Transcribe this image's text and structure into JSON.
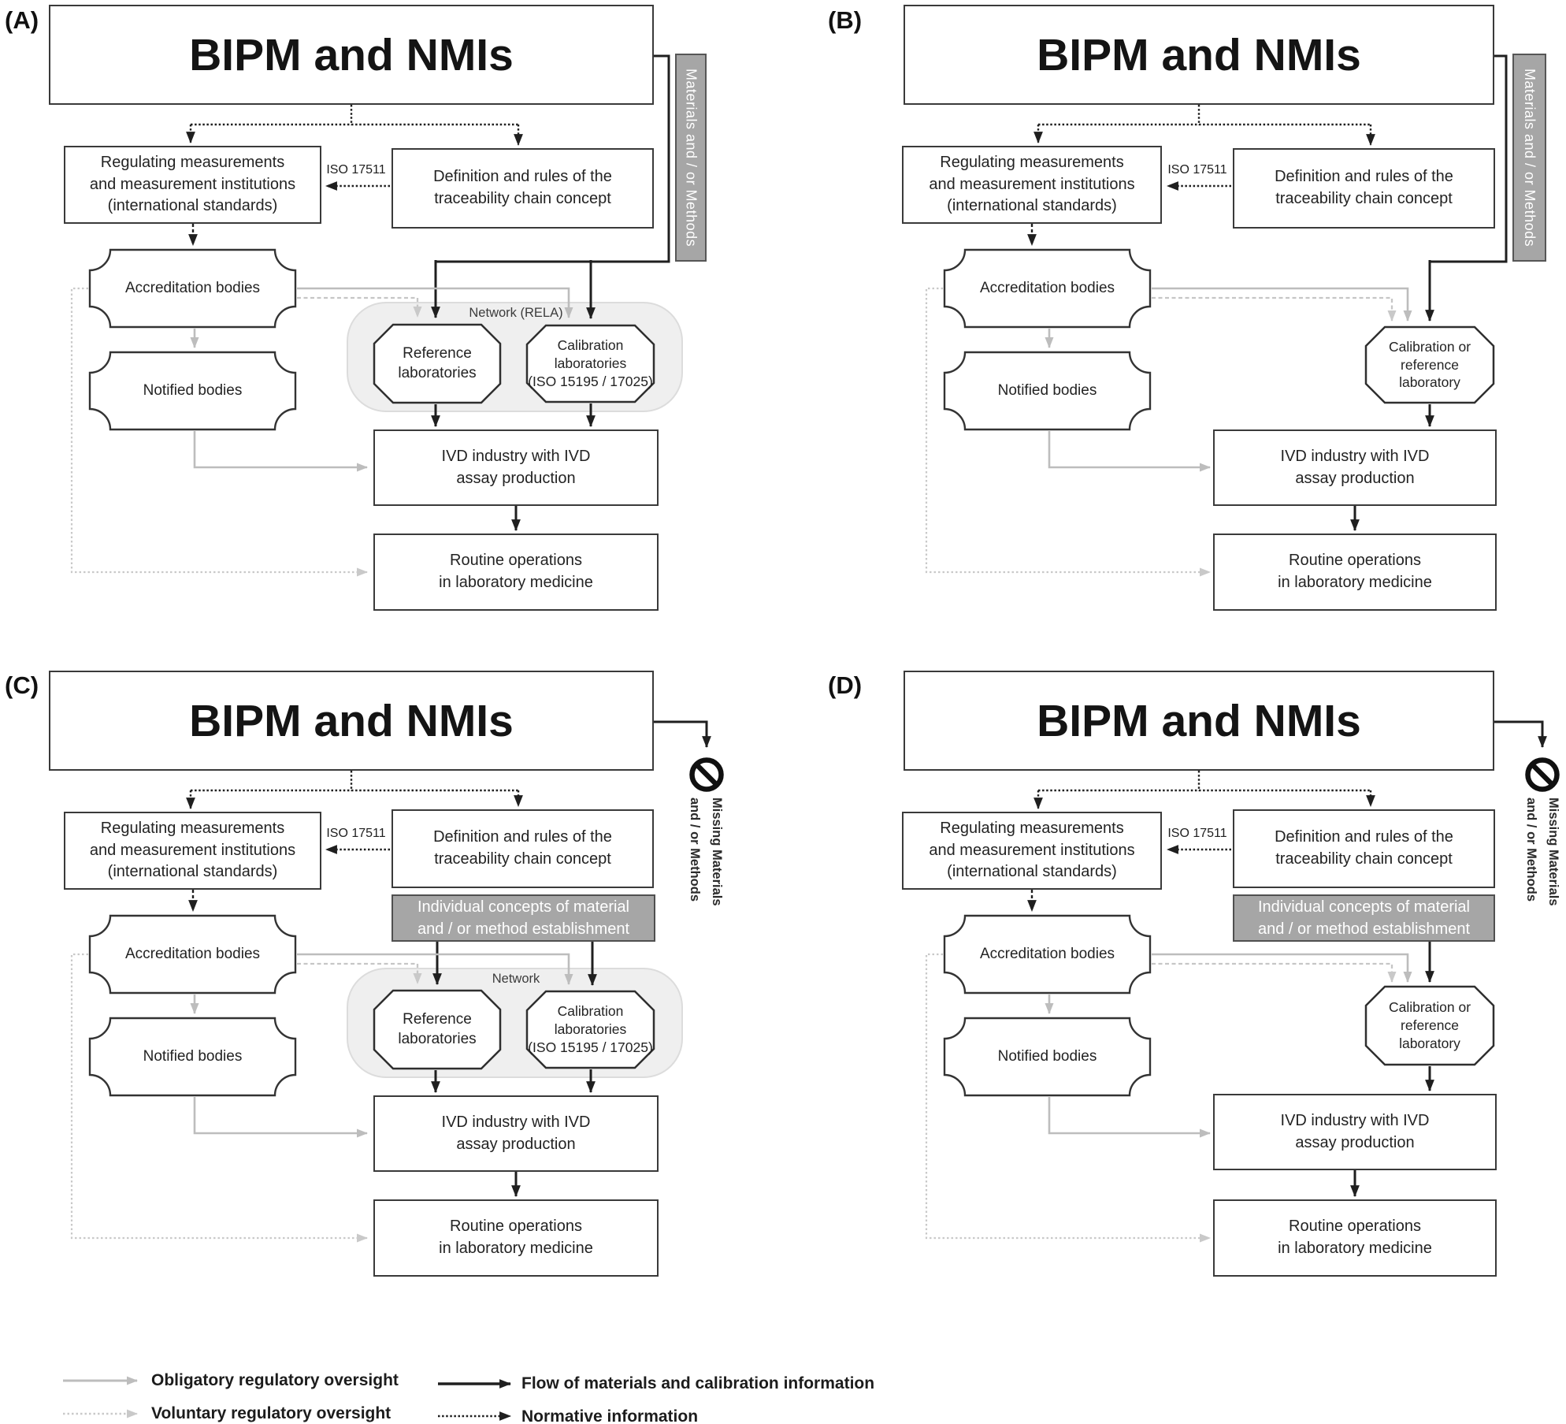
{
  "panels": {
    "a": {
      "tag": "(A)",
      "bipm": "BIPM and NMIs",
      "regulating": "Regulating measurements\nand measurement institutions\n(international standards)",
      "definition": "Definition and rules of the\ntraceability chain concept",
      "iso": "ISO 17511",
      "accreditation": "Accreditation bodies",
      "notified": "Notified bodies",
      "network": "Network (RELA)",
      "reference_lab": "Reference\nlaboratories",
      "calibration_lab": "Calibration\nlaboratories\n(ISO 15195 / 17025)",
      "ivd": "IVD industry with IVD\nassay production",
      "routine": "Routine operations\nin laboratory medicine",
      "materials_bar": "Materials and / or Methods"
    },
    "b": {
      "tag": "(B)",
      "bipm": "BIPM and NMIs",
      "regulating": "Regulating measurements\nand measurement institutions\n(international standards)",
      "definition": "Definition and rules of the\ntraceability chain concept",
      "iso": "ISO 17511",
      "accreditation": "Accreditation bodies",
      "notified": "Notified bodies",
      "cal_ref_lab": "Calibration or\nreference\nlaboratory",
      "ivd": "IVD industry with IVD\nassay production",
      "routine": "Routine operations\nin laboratory medicine",
      "materials_bar": "Materials and / or Methods"
    },
    "c": {
      "tag": "(C)",
      "bipm": "BIPM and NMIs",
      "regulating": "Regulating measurements\nand measurement institutions\n(international standards)",
      "definition": "Definition and rules of the\ntraceability chain concept",
      "iso": "ISO 17511",
      "individual": "Individual concepts of material\nand / or method establishment",
      "missing": "Missing Materials\nand / or Methods",
      "accreditation": "Accreditation bodies",
      "notified": "Notified bodies",
      "network": "Network",
      "reference_lab": "Reference\nlaboratories",
      "calibration_lab": "Calibration\nlaboratories\n(ISO 15195 / 17025)",
      "ivd": "IVD industry with IVD\nassay production",
      "routine": "Routine operations\nin laboratory medicine"
    },
    "d": {
      "tag": "(D)",
      "bipm": "BIPM and NMIs",
      "regulating": "Regulating measurements\nand measurement institutions\n(international standards)",
      "definition": "Definition and rules of the\ntraceability chain concept",
      "iso": "ISO 17511",
      "individual": "Individual concepts of material\nand / or method establishment",
      "missing": "Missing Materials\nand / or Methods",
      "accreditation": "Accreditation bodies",
      "notified": "Notified bodies",
      "cal_ref_lab": "Calibration or\nreference\nlaboratory",
      "ivd": "IVD industry with IVD\nassay production",
      "routine": "Routine operations\nin laboratory medicine"
    }
  },
  "legend": {
    "obligatory": "Obligatory regulatory oversight",
    "voluntary": "Voluntary regulatory oversight",
    "flow": "Flow of materials and calibration information",
    "normative": "Normative information"
  },
  "colors": {
    "line_black": "#1f1f1f",
    "line_gray_solid": "#bdbdbd",
    "line_gray_dotted": "#c9c9c9",
    "gray_fill": "#a6a6a6",
    "network_fill": "#efefef",
    "box_border": "#3a3a3a"
  }
}
